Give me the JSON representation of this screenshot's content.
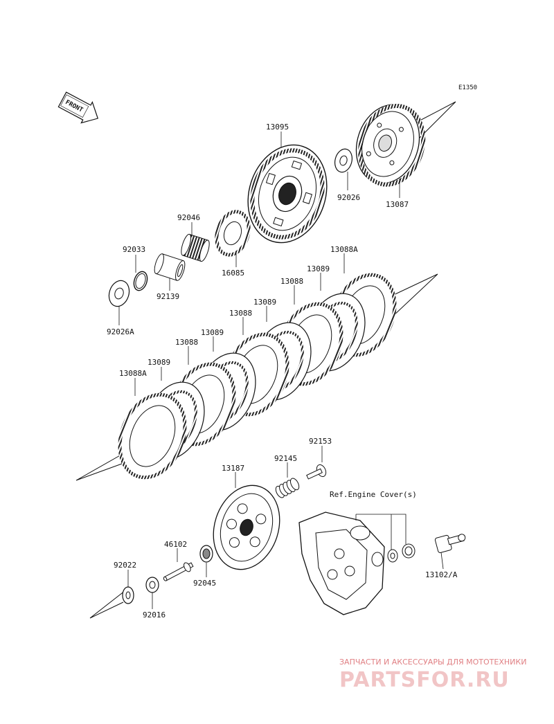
{
  "diagram_code": "E1350",
  "front_label": "FRONT",
  "reference_note": "Ref.Engine Cover(s)",
  "parts": [
    {
      "id": "p13095",
      "label": "13095"
    },
    {
      "id": "p92026",
      "label": "92026"
    },
    {
      "id": "p13087",
      "label": "13087"
    },
    {
      "id": "p92046",
      "label": "92046"
    },
    {
      "id": "p16085",
      "label": "16085"
    },
    {
      "id": "p92033",
      "label": "92033"
    },
    {
      "id": "p92139",
      "label": "92139"
    },
    {
      "id": "p92026A",
      "label": "92026A"
    },
    {
      "id": "p13088A_top",
      "label": "13088A"
    },
    {
      "id": "p13089_a",
      "label": "13089"
    },
    {
      "id": "p13088_a",
      "label": "13088"
    },
    {
      "id": "p13089_b",
      "label": "13089"
    },
    {
      "id": "p13088_b",
      "label": "13088"
    },
    {
      "id": "p13089_c",
      "label": "13089"
    },
    {
      "id": "p13088_c",
      "label": "13088"
    },
    {
      "id": "p13089_d",
      "label": "13089"
    },
    {
      "id": "p13088A_bot",
      "label": "13088A"
    },
    {
      "id": "p92153",
      "label": "92153"
    },
    {
      "id": "p92145",
      "label": "92145"
    },
    {
      "id": "p13187",
      "label": "13187"
    },
    {
      "id": "p46102",
      "label": "46102"
    },
    {
      "id": "p92045",
      "label": "92045"
    },
    {
      "id": "p92022",
      "label": "92022"
    },
    {
      "id": "p92016",
      "label": "92016"
    },
    {
      "id": "p13102A",
      "label": "13102/A"
    }
  ],
  "watermark": {
    "top_line": "ЗАПЧАСТИ И АКСЕССУАРЫ ДЛЯ МОТОТЕХНИКИ",
    "brand": "PARTSFOR.RU"
  }
}
